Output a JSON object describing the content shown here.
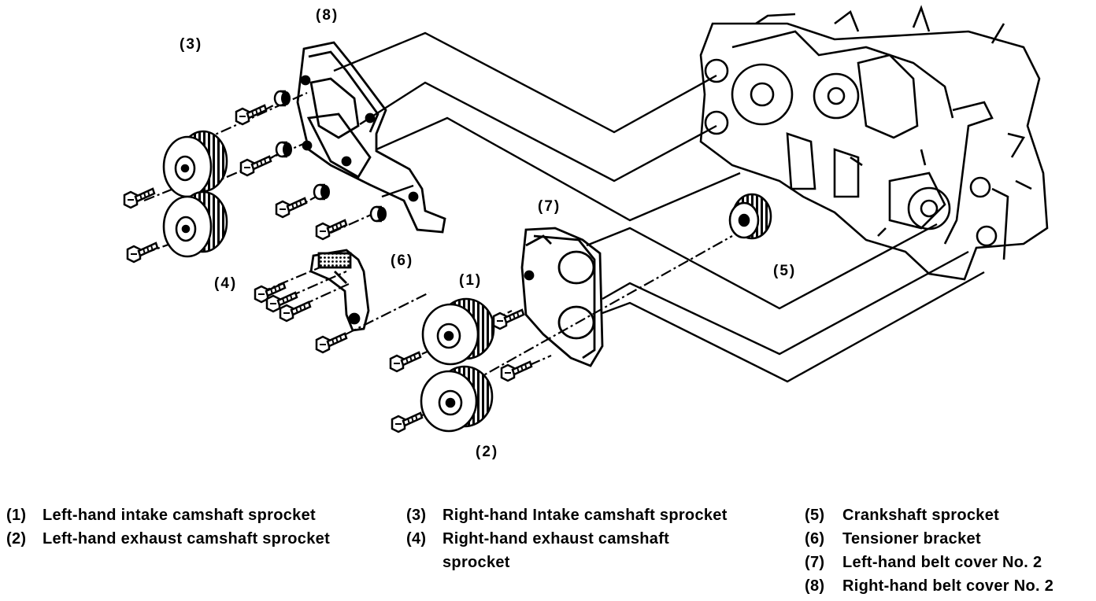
{
  "callouts": {
    "c1": "(1)",
    "c2": "(2)",
    "c3": "(3)",
    "c4": "(4)",
    "c5": "(5)",
    "c6": "(6)",
    "c7": "(7)",
    "c8": "(8)"
  },
  "legend": [
    {
      "num": "(1)",
      "text": "Left-hand intake camshaft sprocket"
    },
    {
      "num": "(2)",
      "text": "Left-hand exhaust camshaft sprocket"
    },
    {
      "num": "(3)",
      "text": "Right-hand Intake camshaft sprocket"
    },
    {
      "num": "(4)",
      "text": "Right-hand exhaust camshaft sprocket"
    },
    {
      "num": "(5)",
      "text": "Crankshaft sprocket"
    },
    {
      "num": "(6)",
      "text": "Tensioner bracket"
    },
    {
      "num": "(7)",
      "text": "Left-hand belt cover No. 2"
    },
    {
      "num": "(8)",
      "text": "Right-hand belt cover No. 2"
    }
  ]
}
